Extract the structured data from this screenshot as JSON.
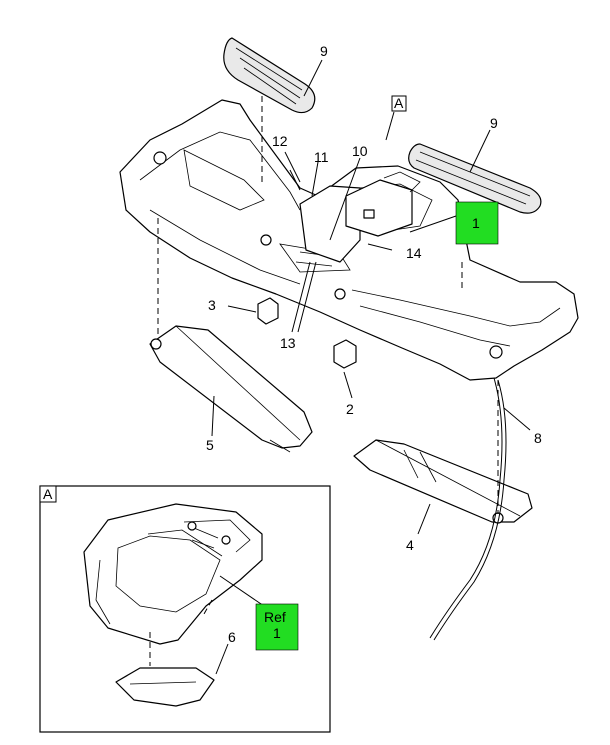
{
  "colors": {
    "highlight": "#22dd22",
    "line": "#000000",
    "background": "#ffffff",
    "part_fill": "#e9e9e9"
  },
  "view_labels": {
    "main": "A",
    "inset": "A"
  },
  "callouts": {
    "c1": "1",
    "c2": "2",
    "c3": "3",
    "c4": "4",
    "c5": "5",
    "c6": "6",
    "c8": "8",
    "c9a": "9",
    "c9b": "9",
    "c10": "10",
    "c11": "11",
    "c12": "12",
    "c13": "13",
    "c14": "14"
  },
  "ref_box": {
    "line1": "Ref",
    "line2": "1"
  }
}
